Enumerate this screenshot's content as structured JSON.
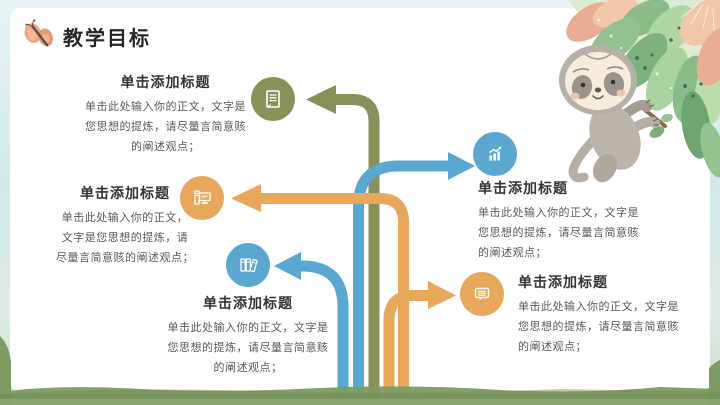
{
  "slide": {
    "title": "教学目标"
  },
  "blocks": [
    {
      "title": "单击添加标题",
      "lines": [
        "单击此处输入你的正文，文字是",
        "您思想的提炼，请尽量言简意赅",
        "的阐述观点；"
      ],
      "icon": "document-icon",
      "color": "#87925a"
    },
    {
      "title": "单击添加标题",
      "lines": [
        "单击此处输入你的正文，",
        "文字是您思想的提炼，请",
        "尽量言简意赅的阐述观点；"
      ],
      "icon": "computer-icon",
      "color": "#e7a85c"
    },
    {
      "title": "单击添加标题",
      "lines": [
        "单击此处输入你的正文，文字是",
        "您思想的提炼，请尽量言简意赅",
        "的阐述观点；"
      ],
      "icon": "books-icon",
      "color": "#5aa7d1"
    },
    {
      "title": "单击添加标题",
      "lines": [
        "单击此处输入你的正文，文字是",
        "您思想的提炼，请尽量言简意赅",
        "的阐述观点；"
      ],
      "icon": "bar-chart-icon",
      "color": "#5aa7d1"
    },
    {
      "title": "单击添加标题",
      "lines": [
        "单击此处输入你的正文，文字是",
        "您思想的提炼，请尽量言简意赅",
        "的阐述观点；"
      ],
      "icon": "speech-bubble-icon",
      "color": "#e7a85c"
    }
  ],
  "colors": {
    "olive": "#87925a",
    "blue": "#5aa7d1",
    "orange": "#e7a85c",
    "title_text": "#333333",
    "body_text": "#595959",
    "grass": "#7e9a61",
    "sky": "#d4e8ec"
  },
  "decor": {
    "butterfly": "butterfly-icon",
    "illustration": "sloth-in-tree-illustration"
  }
}
